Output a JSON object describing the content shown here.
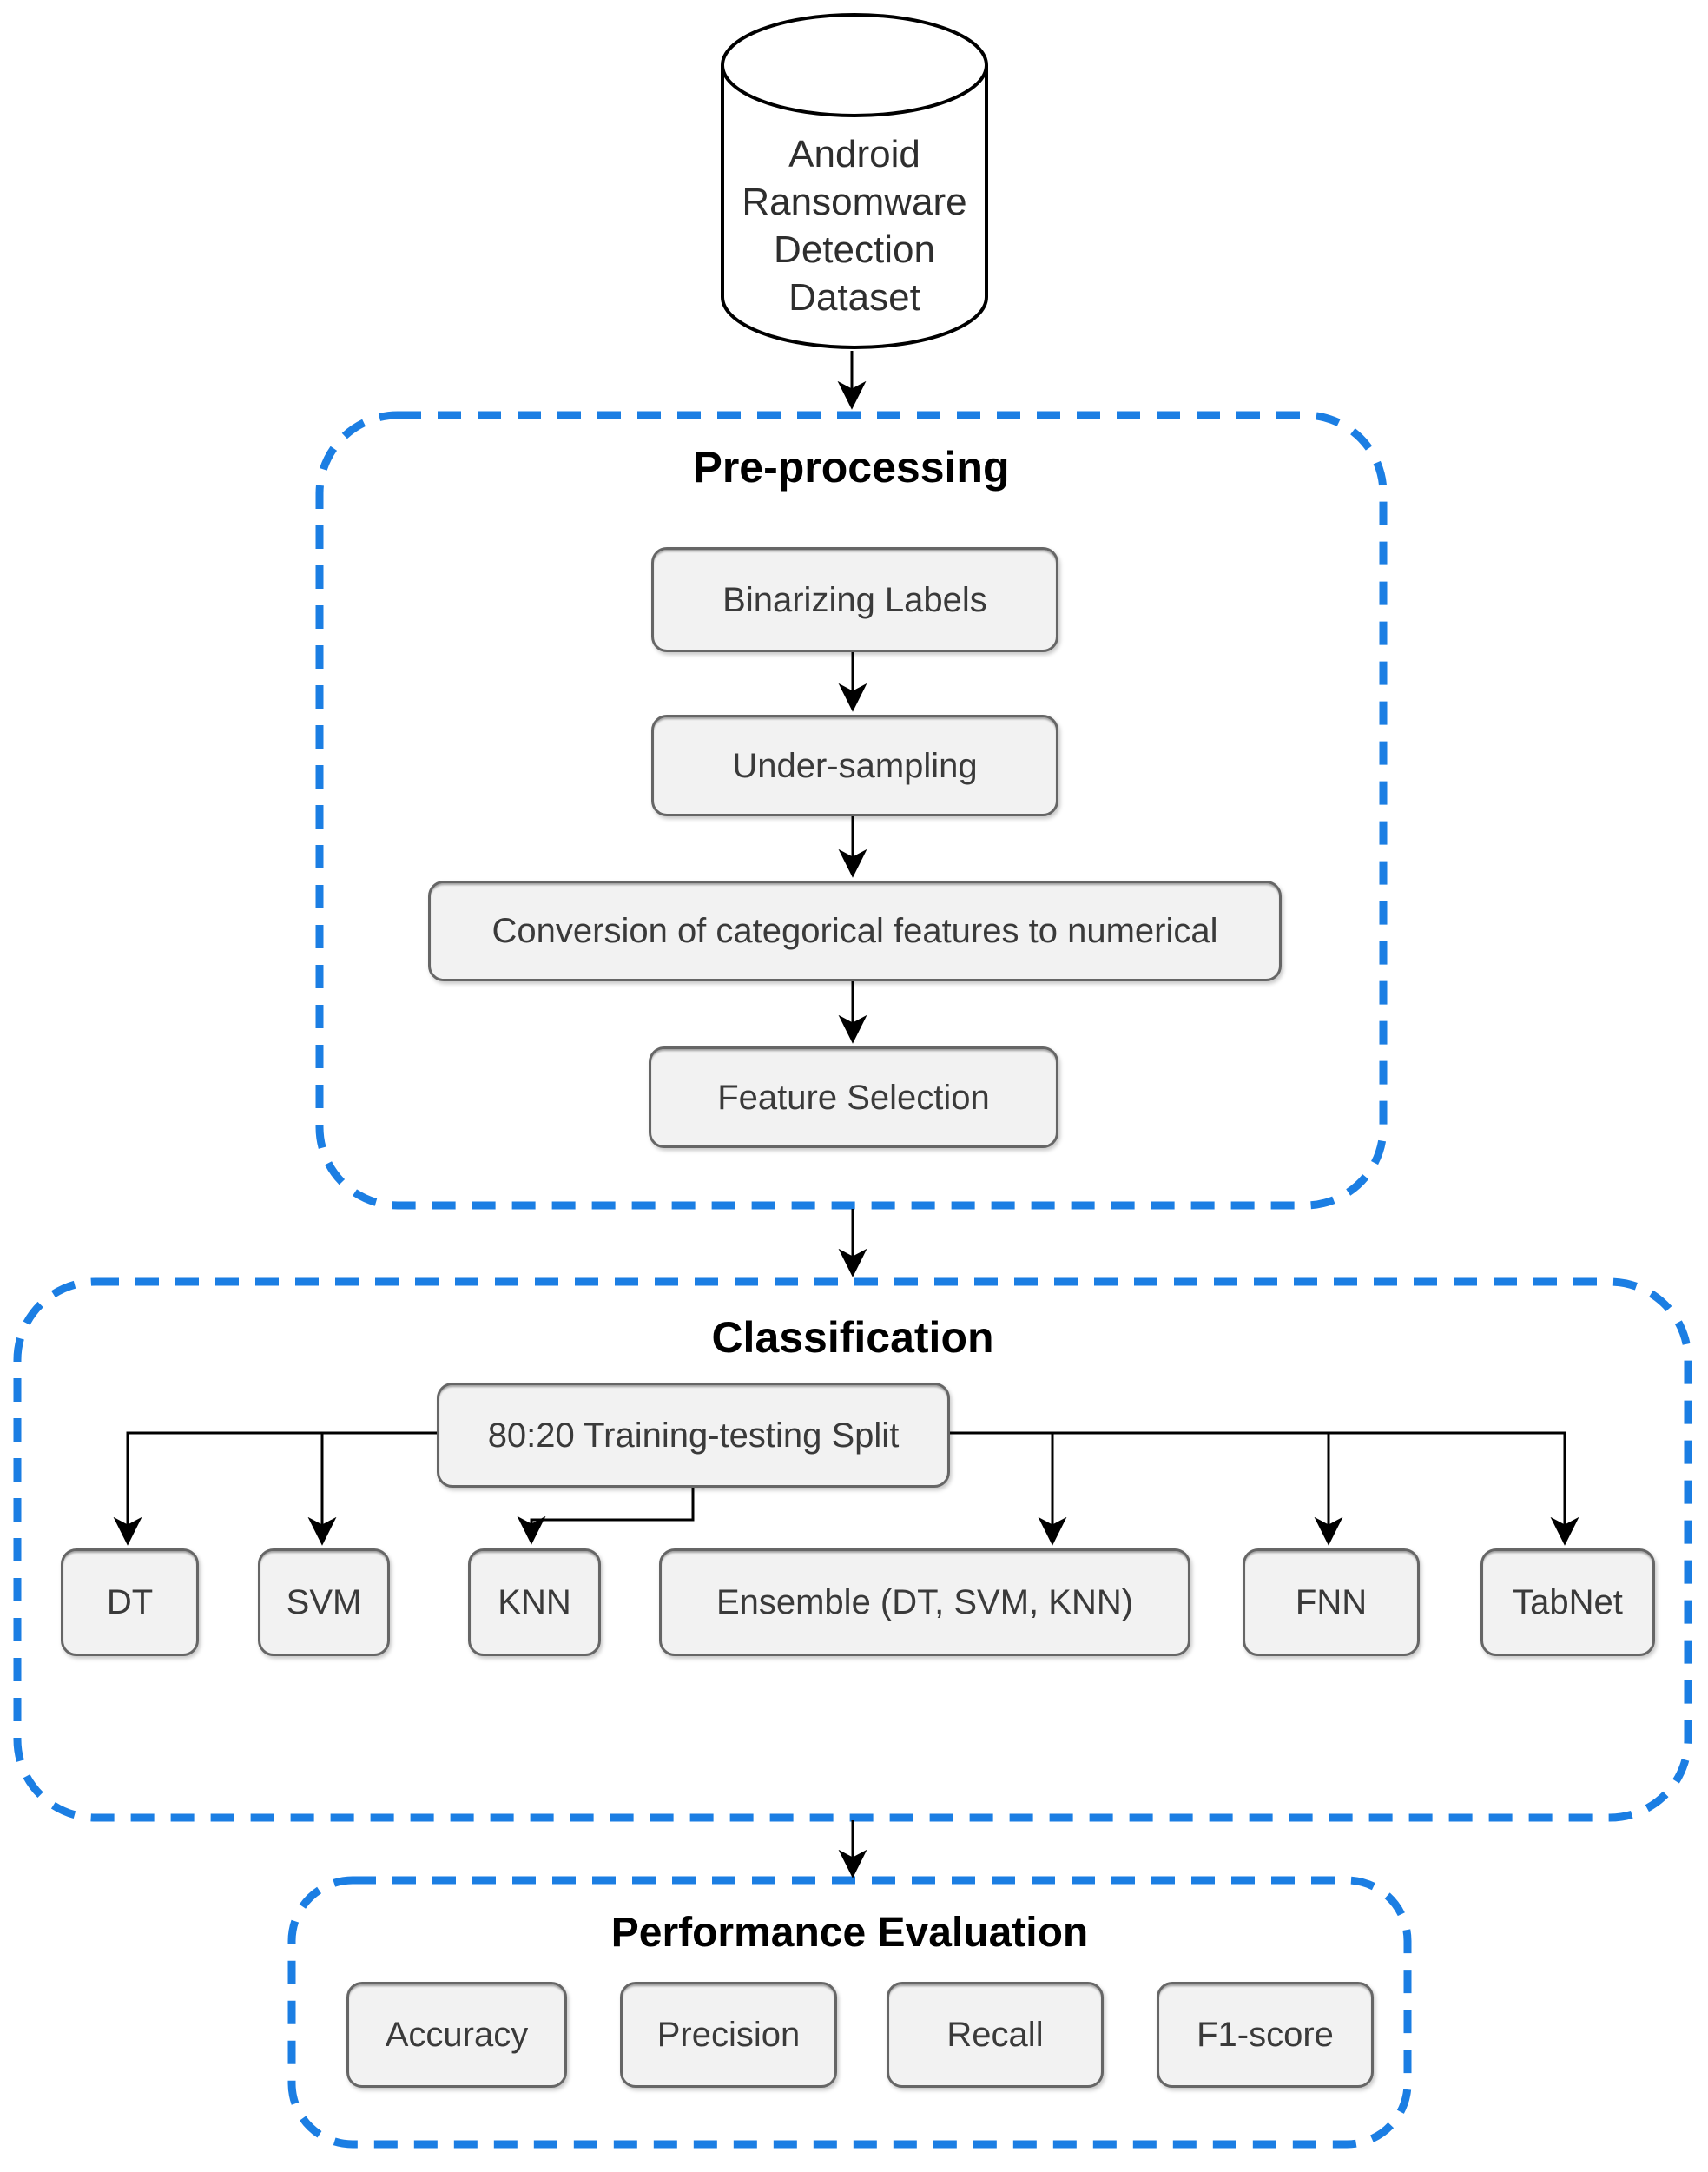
{
  "figure": {
    "type": "flowchart",
    "background": "#ffffff"
  },
  "dataset_node": {
    "lines": [
      "Android",
      "Ransomware",
      "Detection",
      "Dataset"
    ]
  },
  "sections": {
    "preprocessing": {
      "title": "Pre-processing",
      "steps": [
        "Binarizing Labels",
        "Under-sampling",
        "Conversion of categorical features to numerical",
        "Feature Selection"
      ]
    },
    "classification": {
      "title": "Classification",
      "split": "80:20 Training-testing Split",
      "classifiers": [
        "DT",
        "SVM",
        "KNN",
        "Ensemble (DT, SVM, KNN)",
        "FNN",
        "TabNet"
      ]
    },
    "evaluation": {
      "title": "Performance Evaluation",
      "metrics": [
        "Accuracy",
        "Precision",
        "Recall",
        "F1-score"
      ]
    }
  },
  "colors": {
    "container_dash": "#1b7ee3",
    "node_fill": "#f2f2f2",
    "node_border": "#666666",
    "node_text": "#3a3a3a",
    "title_text": "#000000",
    "connector": "#000000"
  }
}
